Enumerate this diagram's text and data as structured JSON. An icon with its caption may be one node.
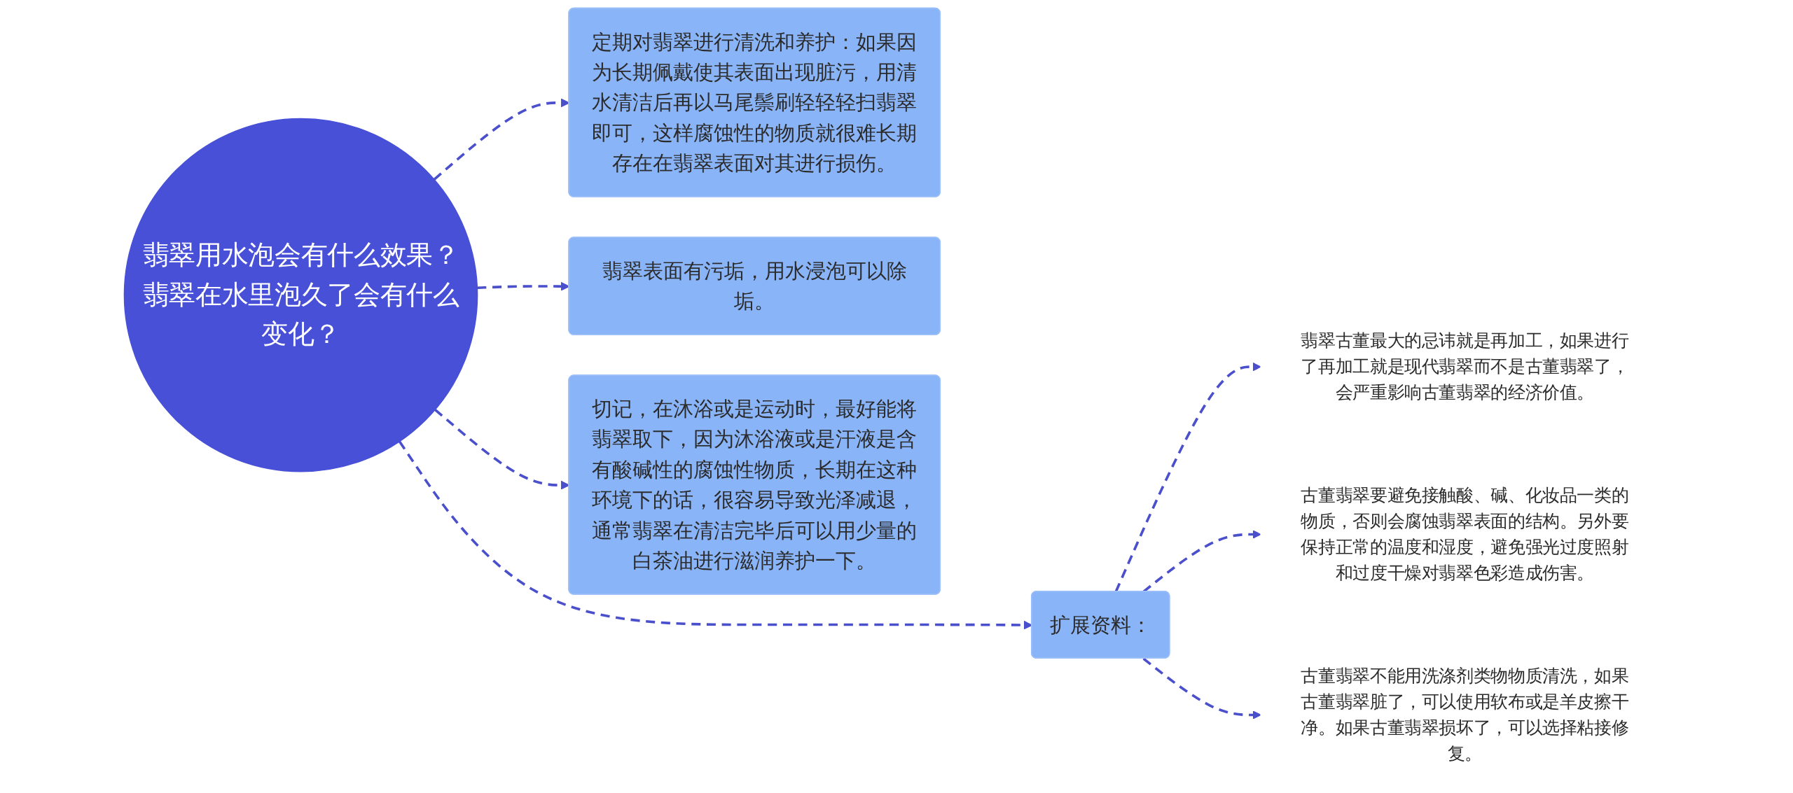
{
  "diagram": {
    "nodes": [
      {
        "text": [
          "翡翠用水泡会有什么效果？翡翠在水里泡久了会有什么变化？"
        ]
      },
      {
        "text": [
          "定期对翡翠进行清洗和养护：如果因为长期佩戴使其表面出现脏污，用清水清洁后再以马尾鬃刷轻轻轻扫翡翠即可，这样腐蚀性的物质就很难长期存在在翡翠表面对其进行损伤。"
        ]
      },
      {
        "text": [
          "翡翠表面有污垢，用水浸泡可以除垢。"
        ]
      },
      {
        "text": [
          "切记，在沐浴或是运动时，最好能将翡翠取下，因为沐浴液或是汗液是含有酸碱性的腐蚀性物质，长期在这种环境下的话，很容易导致光泽减退，通常翡翠在清洁完毕后可以用少量的白茶油进行滋润养护一下。"
        ]
      },
      {
        "text": [
          "扩展资料："
        ]
      },
      {
        "text": [
          "翡翠古董最大的忌讳就是再加工，如果进行了再加工就是现代翡翠而不是古董翡翠了，会严重影响古董翡翠的经济价值。"
        ]
      },
      {
        "text": [
          "古董翡翠要避免接触酸、碱、化妆品一类的物质，否则会腐蚀翡翠表面的结构。另外要保持正常的温度和湿度，避免强光过度照射和过度干燥对翡翠色彩造成伤害。"
        ]
      },
      {
        "text": [
          "古董翡翠不能用洗涤剂类物物质清洗，如果古董翡翠脏了，可以使用软布或是羊皮擦干净。如果古董翡翠损坏了，可以选择粘接修复。"
        ]
      }
    ],
    "edges": [
      {
        "from": 0,
        "to": 1,
        "arrow": "to",
        "style": "dashed"
      },
      {
        "from": 0,
        "to": 2,
        "arrow": "to",
        "style": "dashed"
      },
      {
        "from": 0,
        "to": 3,
        "arrow": "to",
        "style": "dashed"
      },
      {
        "from": 0,
        "to": 4,
        "arrow": "to",
        "style": "dashed"
      },
      {
        "from": 4,
        "to": 5,
        "arrow": "to",
        "style": "dashed"
      },
      {
        "from": 4,
        "to": 6,
        "arrow": "to",
        "style": "dashed"
      },
      {
        "from": 4,
        "to": 7,
        "arrow": "to",
        "style": "dashed"
      }
    ]
  }
}
